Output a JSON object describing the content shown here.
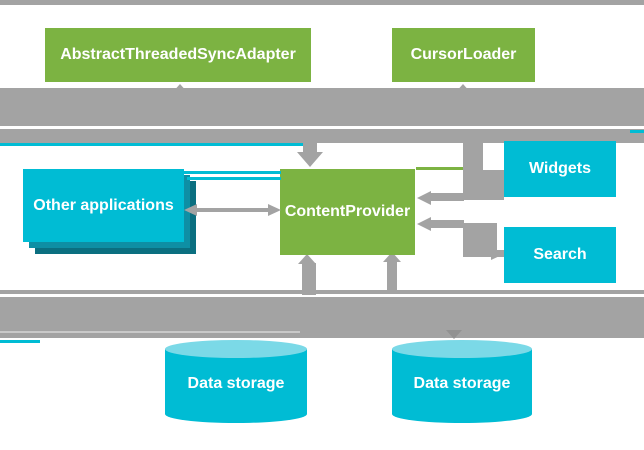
{
  "boxes": {
    "sync_adapter": {
      "label": "AbstractThreadedSyncAdapter"
    },
    "cursor_loader": {
      "label": "CursorLoader"
    },
    "content_provider": {
      "label": "ContentProvider"
    },
    "other_applications": {
      "label": "Other applications"
    },
    "widgets": {
      "label": "Widgets"
    },
    "search": {
      "label": "Search"
    },
    "data_storage_left": {
      "label": "Data storage"
    },
    "data_storage_right": {
      "label": "Data storage"
    }
  },
  "colors": {
    "green": "#7CB342",
    "cyan": "#00BCD4",
    "cyan_shadow_1": "#0E8FA4",
    "cyan_shadow_2": "#0B6F80",
    "cylinder_top": "#7BD9E7",
    "arrow_gray": "#A3A3A3",
    "arrow_gray_dark": "#929292",
    "band_light_line": "#C9C9C9",
    "label_text": "#FFFFFF",
    "background": "#FFFFFF"
  }
}
